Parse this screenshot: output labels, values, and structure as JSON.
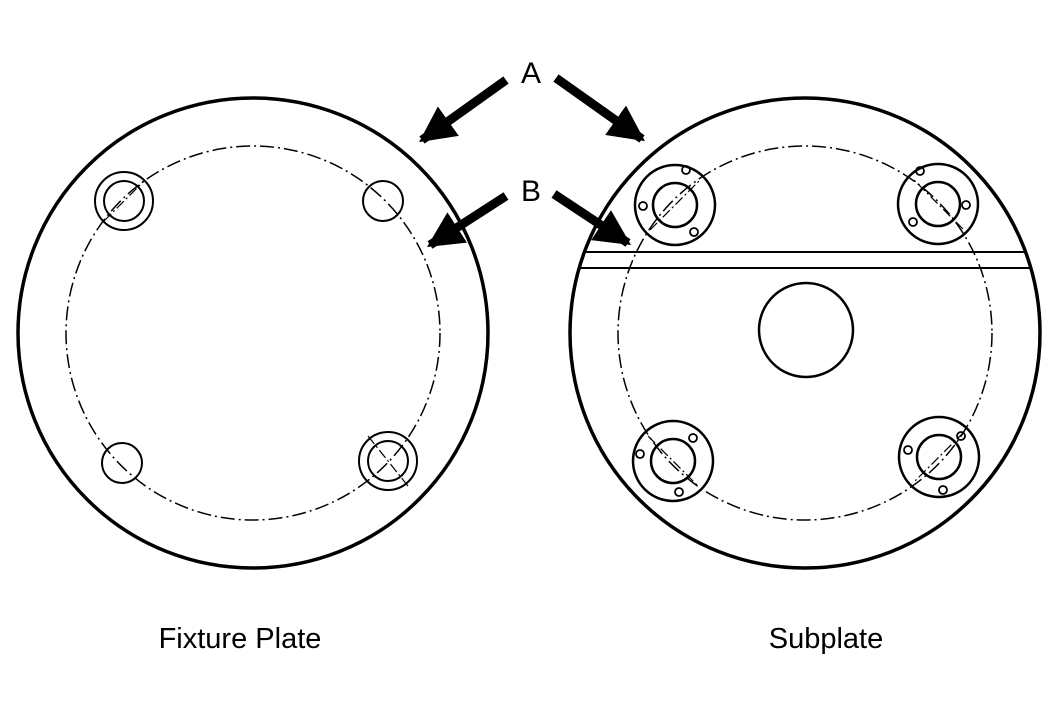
{
  "callouts": {
    "a": "A",
    "b": "B"
  },
  "captions": {
    "left": "Fixture Plate",
    "right": "Subplate"
  },
  "colors": {
    "line": "#000000",
    "background": "#ffffff"
  }
}
